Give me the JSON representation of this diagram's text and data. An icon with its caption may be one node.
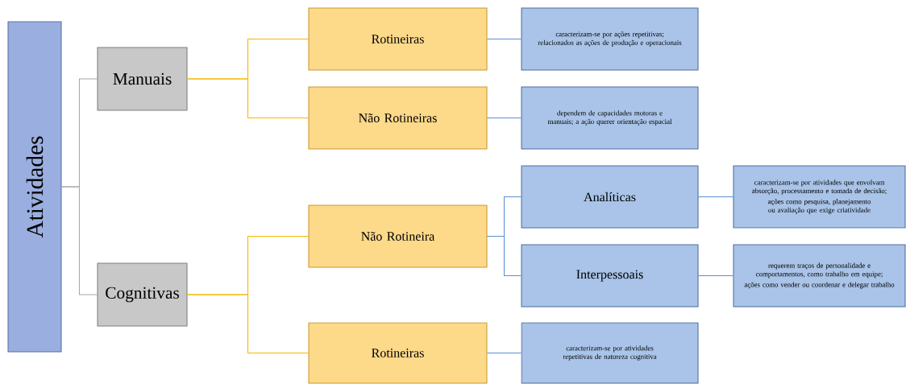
{
  "diagram": {
    "nodes": [
      {
        "text": [
          "Atividades"
        ]
      },
      {
        "text": [
          "Manuais"
        ]
      },
      {
        "text": [
          "Cognitivas"
        ]
      },
      {
        "text": [
          "Rotineiras"
        ]
      },
      {
        "text": [
          "Não Rotineiras"
        ]
      },
      {
        "text": [
          "Não Rotineira"
        ]
      },
      {
        "text": [
          "Rotineiras"
        ]
      },
      {
        "text": [
          "caracterizam-se por ações repetitivas; relacionados as ações de produção e operacionais"
        ]
      },
      {
        "text": [
          "dependem de capacidades motoras e manuais; a ação querer orientação espacial"
        ]
      },
      {
        "text": [
          "Analíticas"
        ]
      },
      {
        "text": [
          "Interpessoais"
        ]
      },
      {
        "text": [
          "caracterizam-se por atividades que envolvam absorção, processamento e tomada de decisão;",
          "ações como pesquisa, planejamento ou avaliação que exige criatividade"
        ]
      },
      {
        "text": [
          "requerem traços de personalidade e comportamentos, como trabalho em equipe;",
          "ações como vender ou coordenar e delegar trabalho"
        ]
      },
      {
        "text": [
          "caracterizam-se por atividades repetitivas de natureza cognitiva"
        ]
      }
    ],
    "edges": [
      {
        "from": 0,
        "to": 1,
        "arrow": "none",
        "color": "#a6a6a6"
      },
      {
        "from": 0,
        "to": 2,
        "arrow": "none",
        "color": "#a6a6a6"
      },
      {
        "from": 1,
        "to": 3,
        "arrow": "none",
        "color": "#f5b800"
      },
      {
        "from": 1,
        "to": 4,
        "arrow": "none",
        "color": "#f5b800"
      },
      {
        "from": 2,
        "to": 5,
        "arrow": "none",
        "color": "#f5b800"
      },
      {
        "from": 2,
        "to": 6,
        "arrow": "none",
        "color": "#f5b800"
      },
      {
        "from": 3,
        "to": 7,
        "arrow": "none"
      },
      {
        "from": 4,
        "to": 8,
        "arrow": "none"
      },
      {
        "from": 5,
        "to": 9,
        "arrow": "none"
      },
      {
        "from": 5,
        "to": 10,
        "arrow": "none"
      },
      {
        "from": 9,
        "to": 11,
        "arrow": "none"
      },
      {
        "from": 10,
        "to": 12,
        "arrow": "none"
      },
      {
        "from": 6,
        "to": 13,
        "arrow": "none"
      }
    ]
  }
}
